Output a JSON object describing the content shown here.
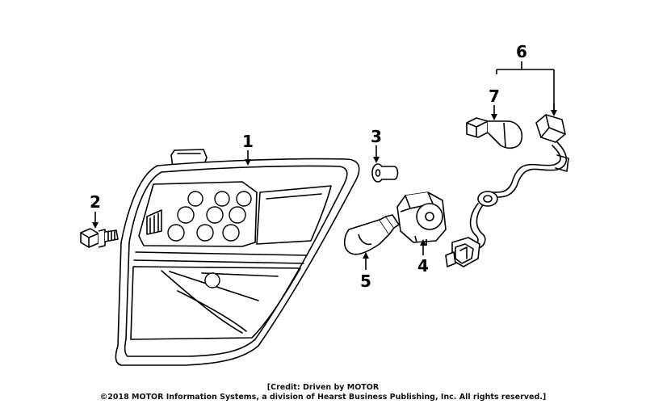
{
  "callouts": {
    "c1": "1",
    "c2": "2",
    "c3": "3",
    "c4": "4",
    "c5": "5",
    "c6": "6",
    "c7": "7"
  },
  "credits": {
    "line1": "[Credit: Driven by MOTOR",
    "line2": "©2018 MOTOR Information Systems, a division of Hearst Business Publishing, Inc. All rights reserved.]"
  }
}
